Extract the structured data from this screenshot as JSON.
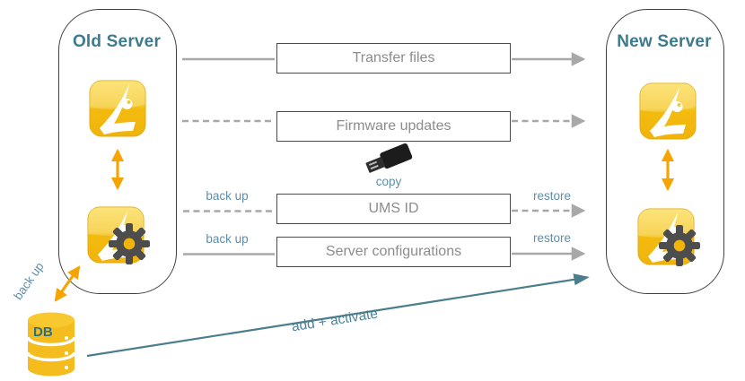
{
  "diagram": {
    "old_server": {
      "title": "Old Server"
    },
    "new_server": {
      "title": "New Server"
    },
    "steps": [
      {
        "label": "Transfer files",
        "connector": "solid"
      },
      {
        "label": "Firmware updates",
        "connector": "dashed"
      },
      {
        "label": "UMS ID",
        "connector": "dashed",
        "left_label": "back up",
        "right_label": "restore"
      },
      {
        "label": "Server configurations",
        "connector": "solid",
        "left_label": "back up",
        "right_label": "restore"
      }
    ],
    "usb_stick": {
      "caption": "copy"
    },
    "database": {
      "label": "DB",
      "backup_caption": "back up"
    },
    "migration_arrow": {
      "caption": "add + activate"
    },
    "colors": {
      "server_title_teal": "#3E7A8E",
      "step_label_gray": "#8C8C8C",
      "connector_gray": "#A8A8A8",
      "caption_blue": "#5E8FA9",
      "migration_teal": "#4A7E8C",
      "arrow_orange": "#F5A402",
      "icon_yellow": "#F2B50A",
      "db_yellow": "#F5BC1E",
      "gear_gray": "#4D4D4D",
      "db_text_teal": "#2E6E81"
    }
  }
}
